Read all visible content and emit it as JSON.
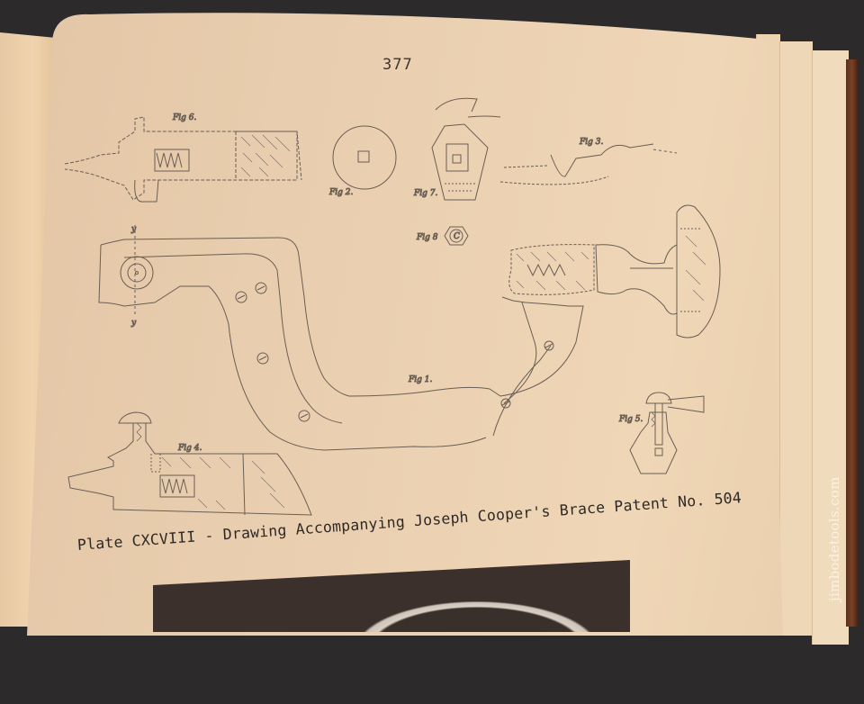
{
  "page": {
    "number": "377",
    "caption": "Plate CXCVIII - Drawing Accompanying Joseph Cooper's Brace Patent No. 504"
  },
  "figures": {
    "fig1": "Fig 1.",
    "fig2": "Fig 2.",
    "fig3": "Fig 3.",
    "fig4": "Fig 4.",
    "fig5": "Fig 5.",
    "fig6": "Fig 6.",
    "fig7": "Fig 7.",
    "fig8": "Fig 8",
    "fig8_letter": "C",
    "section_marks": {
      "top": "y",
      "bottom": "y"
    }
  },
  "watermark": "jimbodetools.com",
  "colors": {
    "background": "#2d2a2c",
    "page": "#e9cfb0",
    "ink": "#5b514a",
    "text": "#2f2925",
    "cover": "#6a3a22"
  }
}
